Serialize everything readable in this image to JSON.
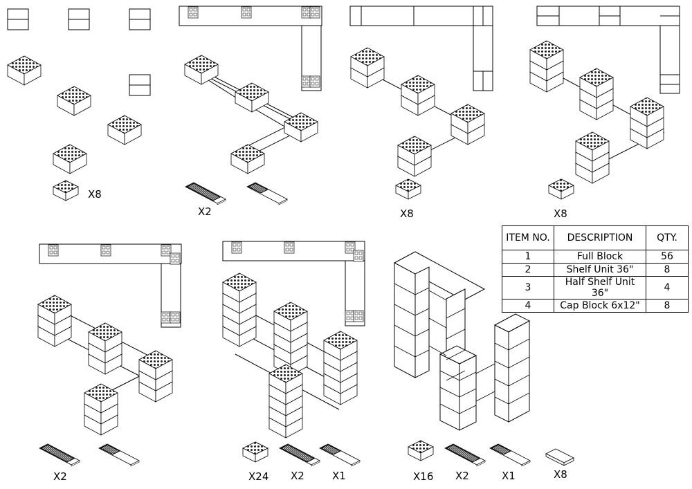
{
  "quantity_labels": [
    {
      "id": "s1-block",
      "text": "X8"
    },
    {
      "id": "s2-shelf",
      "text": "X2"
    },
    {
      "id": "s3-block",
      "text": "X8"
    },
    {
      "id": "s4-block",
      "text": "X8"
    },
    {
      "id": "s5-shelf",
      "text": "X2"
    },
    {
      "id": "s6-block",
      "text": "X24"
    },
    {
      "id": "s6-shelf",
      "text": "X2"
    },
    {
      "id": "s6-half",
      "text": "X1"
    },
    {
      "id": "s7-block",
      "text": "X16"
    },
    {
      "id": "s7-shelf",
      "text": "X2"
    },
    {
      "id": "s7-half",
      "text": "X1"
    },
    {
      "id": "s7-cap",
      "text": "X8"
    }
  ],
  "bom": {
    "headers": [
      "ITEM NO.",
      "DESCRIPTION",
      "QTY."
    ],
    "rows": [
      {
        "item": "1",
        "description": "Full Block",
        "qty": "56"
      },
      {
        "item": "2",
        "description": "Shelf Unit 36\"",
        "qty": "8"
      },
      {
        "item": "3",
        "description": "Half Shelf Unit 36\"",
        "qty": "4"
      },
      {
        "item": "4",
        "description": "Cap Block 6x12\"",
        "qty": "8"
      }
    ]
  }
}
